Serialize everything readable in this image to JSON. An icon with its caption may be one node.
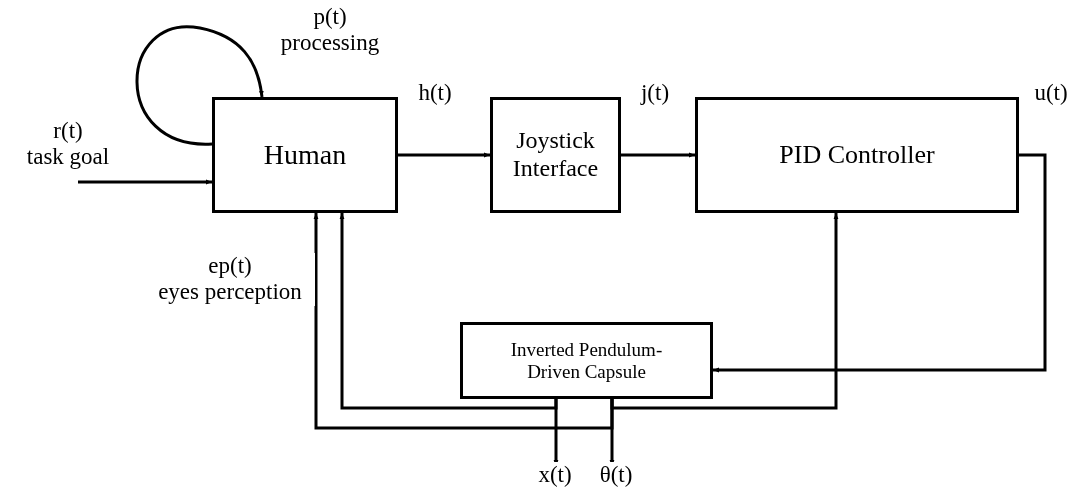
{
  "diagram": {
    "nodes": [
      {
        "text": [
          "Human"
        ]
      },
      {
        "text": [
          "Joystick Interface"
        ]
      },
      {
        "text": [
          "PID Controller"
        ]
      },
      {
        "text": [
          "Inverted Pendulum- Driven Capsule"
        ]
      }
    ],
    "edges": [
      {
        "from": null,
        "to": 0,
        "arrow": "to",
        "label": "r(t) task goal"
      },
      {
        "from": 0,
        "to": 0,
        "arrow": "to",
        "label": "p(t) processing"
      },
      {
        "from": 0,
        "to": 1,
        "arrow": "to",
        "label": "h(t)"
      },
      {
        "from": 1,
        "to": 2,
        "arrow": "to",
        "label": "j(t)"
      },
      {
        "from": 2,
        "to": 3,
        "arrow": "to",
        "label": "u(t)"
      },
      {
        "from": 3,
        "to": 0,
        "arrow": "to"
      },
      {
        "from": 3,
        "to": 0,
        "arrow": "to"
      },
      {
        "from": 3,
        "to": 2,
        "arrow": "to"
      },
      {
        "from": 3,
        "to": null,
        "arrow": "to",
        "label": "x(t)"
      },
      {
        "from": 3,
        "to": null,
        "arrow": "to",
        "label": "θ(t)"
      }
    ],
    "labels": [
      "ep(t) eyes perception"
    ]
  }
}
